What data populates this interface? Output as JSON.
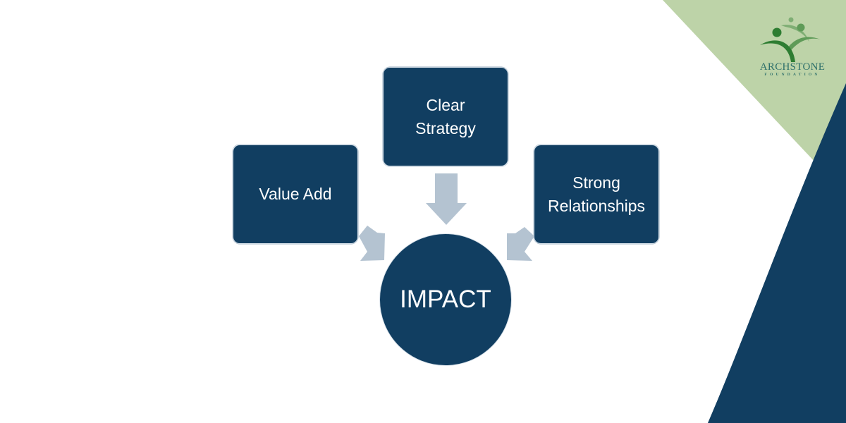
{
  "slide": {
    "title": "Impact diagram",
    "colors": {
      "navy": "#113e61",
      "arrow": "#b4c3d1",
      "green_panel": "#bdd3a8",
      "logo_green": "#2e7d32",
      "logo_text": "#2d6f6a"
    }
  },
  "diagram": {
    "center": {
      "label": "IMPACT"
    },
    "nodes": [
      {
        "id": "value-add",
        "label": "Value Add"
      },
      {
        "id": "clear-strategy",
        "label": "Clear\nStrategy"
      },
      {
        "id": "strong-relationships",
        "label": "Strong\nRelationships"
      }
    ],
    "edges": [
      {
        "from": "value-add",
        "to": "center"
      },
      {
        "from": "clear-strategy",
        "to": "center"
      },
      {
        "from": "strong-relationships",
        "to": "center"
      }
    ]
  },
  "logo": {
    "name": "ARCHSTONE",
    "subtitle": "FOUNDATION",
    "icon": "people-arch-icon"
  }
}
